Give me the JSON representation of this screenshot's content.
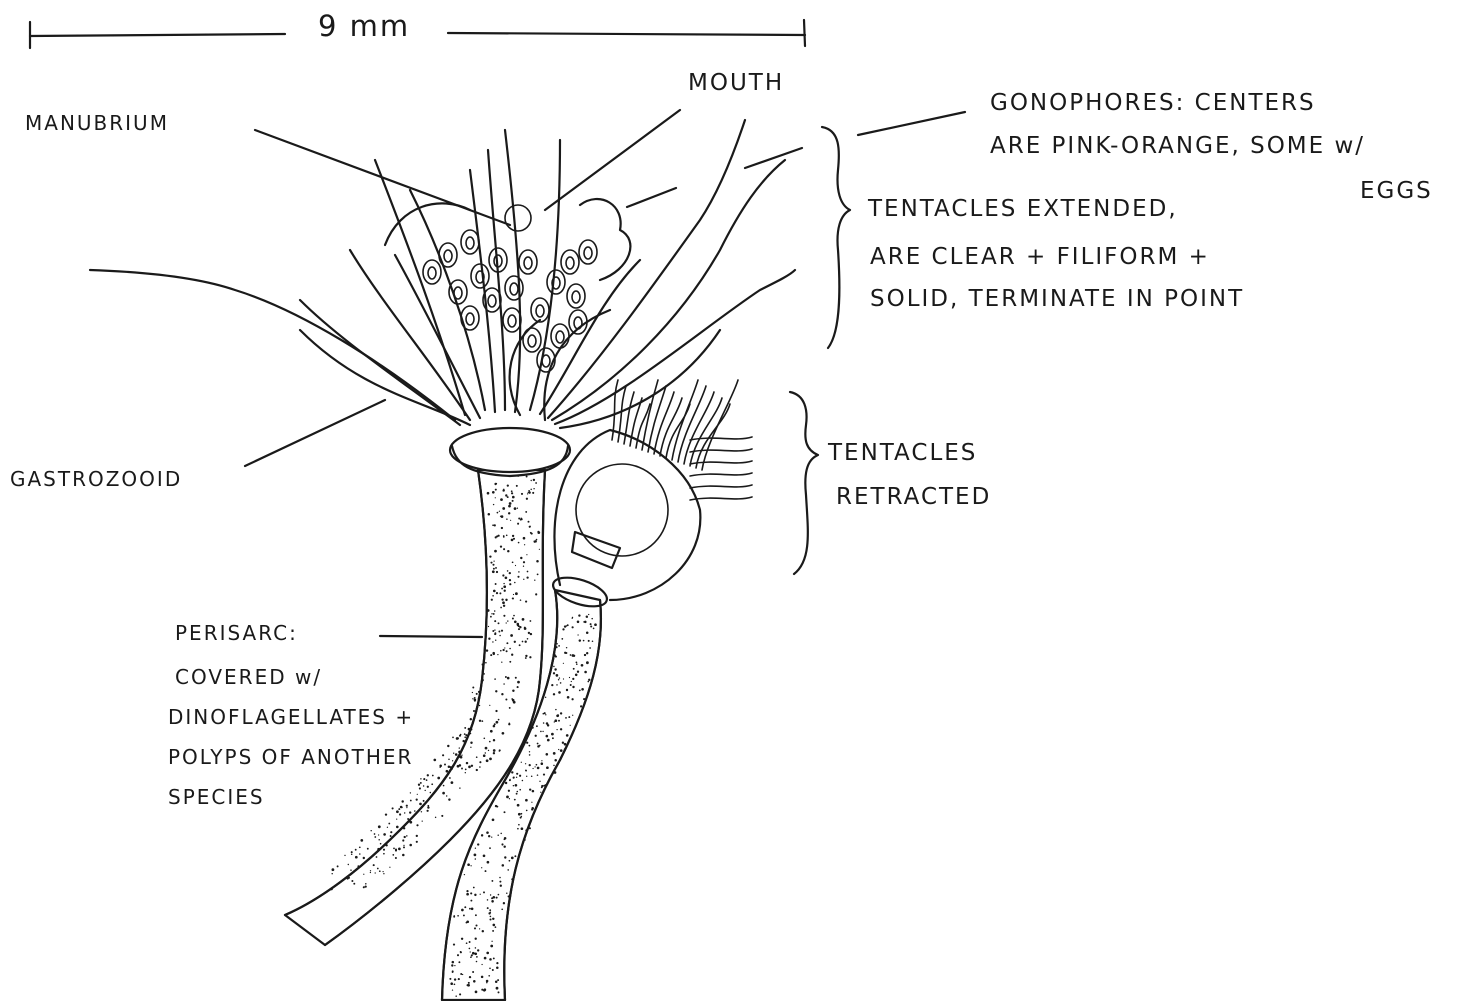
{
  "scale_bar": {
    "label": "9 mm"
  },
  "labels": {
    "mouth": "MOUTH",
    "manubrium": "MANUBRIUM",
    "gonophores": [
      "GONOPHORES: CENTERS",
      "ARE PINK-ORANGE, SOME w/",
      "EGGS"
    ],
    "tentacles_extended": [
      "TENTACLES EXTENDED,",
      "ARE CLEAR + FILIFORM +",
      "SOLID, TERMINATE IN POINT"
    ],
    "tentacles_retracted": [
      "TENTACLES",
      "RETRACTED"
    ],
    "gastrozooid": "GASTROZOOID",
    "perisarc": [
      "PERISARC:",
      "COVERED w/",
      "DINOFLAGELLATES +",
      "POLYPS OF ANOTHER",
      "SPECIES"
    ]
  }
}
